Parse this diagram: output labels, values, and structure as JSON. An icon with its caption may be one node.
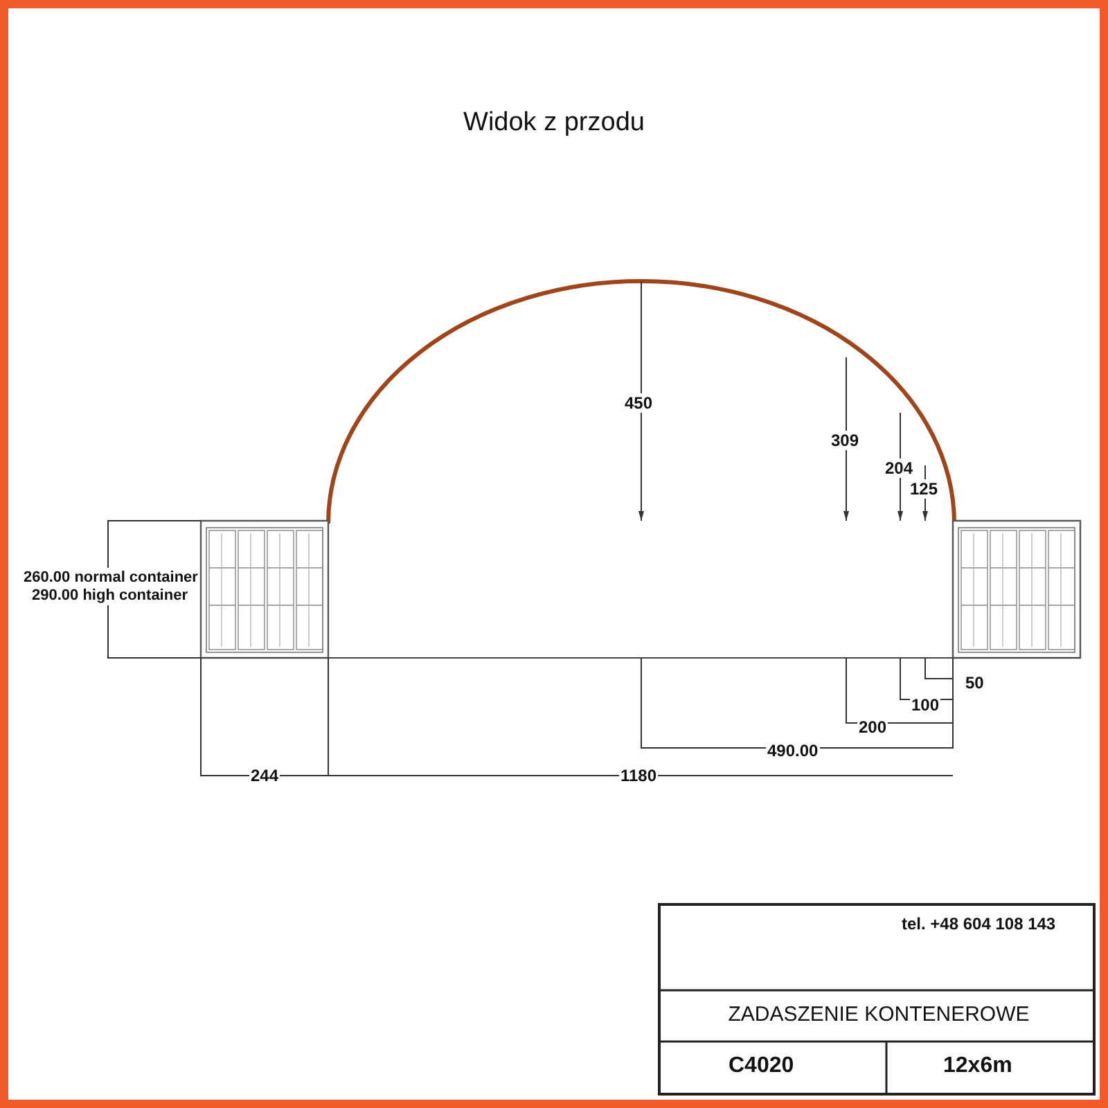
{
  "diagram": {
    "title": "Widok z przodu",
    "labels": [
      "450",
      "309",
      "204",
      "125",
      "260.00 normal container",
      "290.00 high container",
      "50",
      "100",
      "200",
      "490.00",
      "244",
      "1180",
      "tel. +48 604 108 143",
      "ZADASZENIE KONTENEROWE",
      "C4020",
      "12x6m"
    ]
  }
}
